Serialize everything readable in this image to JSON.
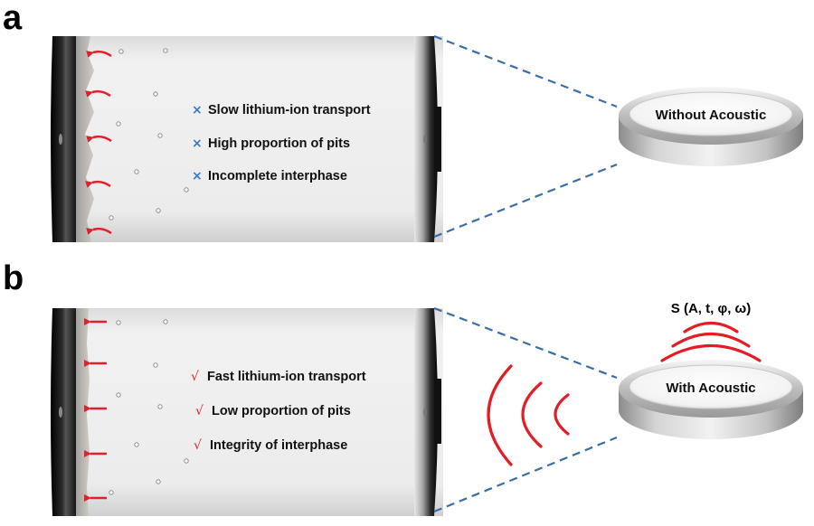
{
  "panel_a": {
    "letter": "a",
    "features": [
      {
        "mark": "×",
        "text": "Slow lithium-ion transport"
      },
      {
        "mark": "×",
        "text": "High proportion of pits"
      },
      {
        "mark": "×",
        "text": "Incomplete interphase"
      }
    ],
    "coin_label": "Without Acoustic"
  },
  "panel_b": {
    "letter": "b",
    "features": [
      {
        "mark": "√",
        "text": "Fast lithium-ion transport"
      },
      {
        "mark": "√",
        "text": "Low proportion of pits"
      },
      {
        "mark": "√",
        "text": "Integrity of interphase"
      }
    ],
    "coin_label": "With Acoustic",
    "signal_formula": "S (A, t, φ, ω)"
  },
  "colors": {
    "arrow": "#e0202a",
    "wave": "#e41c24",
    "cross_mark": "#3a78c2",
    "check_mark": "#e0202a",
    "dashed_line": "#3a6ea8",
    "electrode_dark": "#111111",
    "electrolyte": "#ececec"
  }
}
